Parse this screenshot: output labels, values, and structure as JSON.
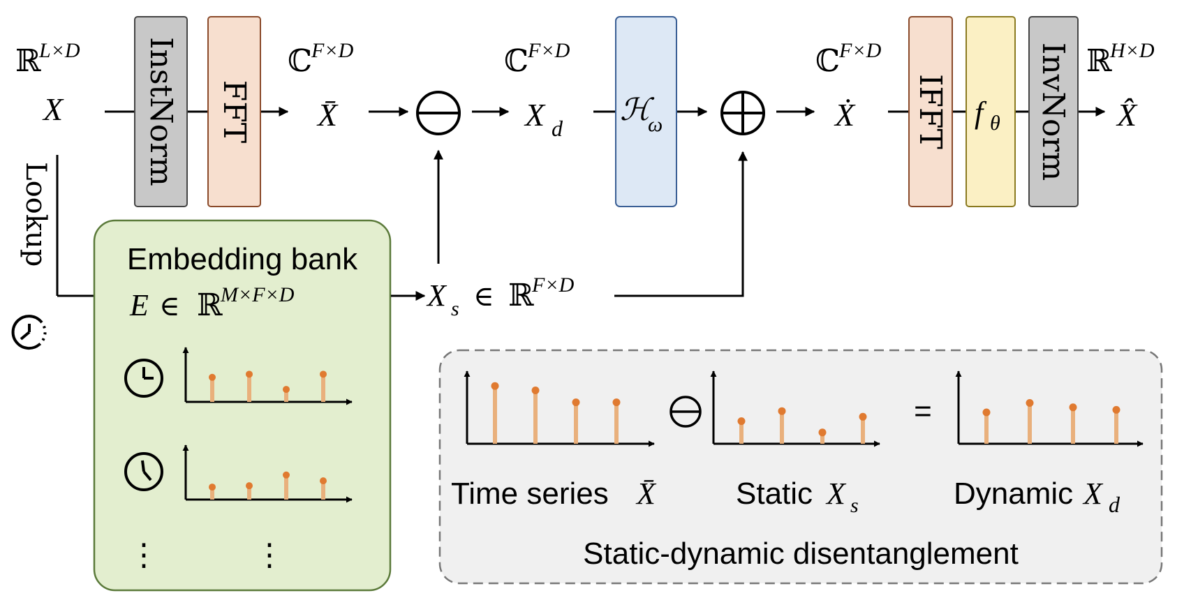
{
  "colors": {
    "instnorm": "#c8c8c8",
    "fft": "#f7dfcf",
    "ifft": "#f7dfcf",
    "filter": "#dde8f5",
    "f_theta": "#fbf0c4",
    "invnorm": "#c8c8c8",
    "embedding_bank_bg": "#e3eecf",
    "embedding_bank_border": "#5b7a3a",
    "disentangle_bg": "#f0f0f0",
    "stem": "#e9b07c",
    "dot": "#e07a30"
  },
  "icons": {
    "lookup_clock": "clock-dashed-icon",
    "bank_clock_1": "clock-icon",
    "bank_clock_2": "clock-icon"
  },
  "pipeline": {
    "input_space": {
      "sym": "ℝ",
      "sup": "L×D"
    },
    "input_var": "X",
    "instnorm_label": "InstNorm",
    "fft_label": "FFT",
    "xbar_space": {
      "sym": "ℂ",
      "sup": "F×D"
    },
    "xbar_var": "X̄",
    "minus_op": "⊖",
    "xd_space": {
      "sym": "ℂ",
      "sup": "F×D"
    },
    "xd_var": "X",
    "xd_sub": "d",
    "filter_label": "ℋ",
    "filter_sub": "ω",
    "plus_op": "⊕",
    "xdot_space": {
      "sym": "ℂ",
      "sup": "F×D"
    },
    "xdot_var": "Ẋ",
    "ifft_label": "IFFT",
    "ftheta_label": "f",
    "ftheta_sub": "θ",
    "invnorm_label": "InvNorm",
    "output_space": {
      "sym": "ℝ",
      "sup": "H×D"
    },
    "output_var": "X̂",
    "lookup_label": "Lookup"
  },
  "embedding_bank": {
    "title": "Embedding bank",
    "formula_var": "E",
    "formula_in": "∈",
    "formula_sym": "ℝ",
    "formula_sup": "M×F×D",
    "stems_1": [
      0.55,
      0.62,
      0.28,
      0.62
    ],
    "stems_2": [
      0.28,
      0.31,
      0.55,
      0.42
    ],
    "ellipsis": "⋮"
  },
  "static": {
    "var": "X",
    "sub": "s",
    "in": "∈",
    "sym": "ℝ",
    "sup": "F×D"
  },
  "disentangle": {
    "ts_label": "Time series",
    "ts_var": "X̄",
    "static_label": "Static",
    "static_var": "X",
    "static_sub": "s",
    "dynamic_label": "Dynamic",
    "dynamic_var": "X",
    "dynamic_sub": "d",
    "minus_op": "⊖",
    "equals_op": "=",
    "caption": "Static-dynamic disentanglement",
    "ts_stems": [
      0.92,
      0.85,
      0.66,
      0.66
    ],
    "static_stems": [
      0.36,
      0.52,
      0.18,
      0.43
    ],
    "dynamic_stems": [
      0.5,
      0.65,
      0.58,
      0.54
    ]
  }
}
